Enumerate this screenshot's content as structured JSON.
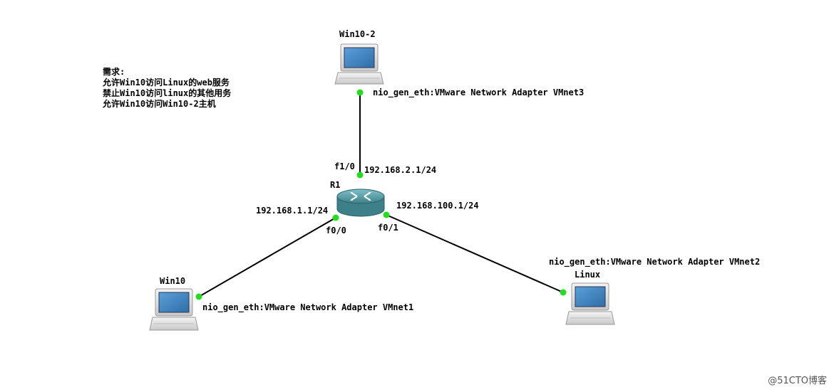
{
  "requirements": {
    "title": "需求:",
    "lines": [
      "允许Win10访问Linux的web服务",
      "禁止Win10访问linux的其他用务",
      "允许Win10访问Win10-2主机"
    ]
  },
  "nodes": {
    "router": {
      "name": "R1",
      "type": "router-icon"
    },
    "win10_2": {
      "name": "Win10-2",
      "type": "laptop-icon"
    },
    "win10": {
      "name": "Win10",
      "type": "laptop-icon"
    },
    "linux": {
      "name": "Linux",
      "type": "laptop-icon"
    }
  },
  "links": {
    "top": {
      "router_port": "f1/0",
      "router_ip": "192.168.2.1/24",
      "adapter": "nio_gen_eth:VMware Network Adapter VMnet3"
    },
    "left": {
      "router_port": "f0/0",
      "router_ip": "192.168.1.1/24",
      "adapter": "nio_gen_eth:VMware Network Adapter VMnet1"
    },
    "right": {
      "router_port": "f0/1",
      "router_ip": "192.168.100.1/24",
      "adapter": "nio_gen_eth:VMware Network Adapter VMnet2"
    }
  },
  "watermark": "@51CTO博客",
  "colors": {
    "link": "#000000",
    "port_dot": "#22dd22",
    "router": "#4a8f97"
  }
}
